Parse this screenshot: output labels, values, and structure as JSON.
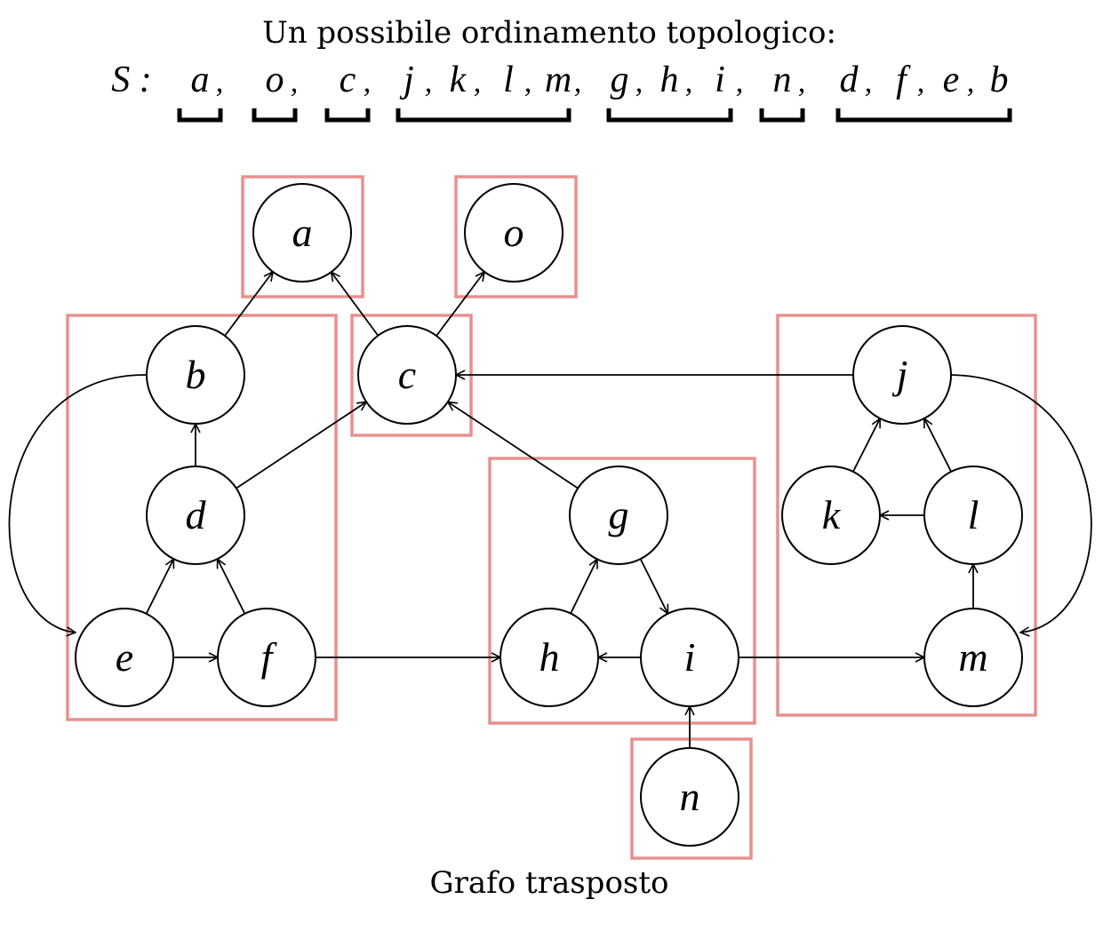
{
  "title": "Un possibile ordinamento topologico:",
  "sequence": {
    "prefix": "S :",
    "items": [
      "a",
      "o",
      "c",
      "j",
      "k",
      "l",
      "m",
      "g",
      "h",
      "i",
      "n",
      "d",
      "f",
      "e",
      "b"
    ],
    "groups": [
      [
        "a"
      ],
      [
        "o"
      ],
      [
        "c"
      ],
      [
        "j",
        "k",
        "l",
        "m"
      ],
      [
        "g",
        "h",
        "i"
      ],
      [
        "n"
      ],
      [
        "d",
        "f",
        "e",
        "b"
      ]
    ]
  },
  "caption": "Grafo trasposto",
  "colors": {
    "component_box": "#e8908f",
    "stroke": "#000000"
  },
  "graph": {
    "nodes": [
      "a",
      "o",
      "b",
      "c",
      "j",
      "d",
      "g",
      "k",
      "l",
      "e",
      "f",
      "h",
      "i",
      "m",
      "n"
    ],
    "edges": [
      [
        "b",
        "a"
      ],
      [
        "c",
        "a"
      ],
      [
        "c",
        "o"
      ],
      [
        "d",
        "b"
      ],
      [
        "d",
        "c"
      ],
      [
        "g",
        "c"
      ],
      [
        "j",
        "c"
      ],
      [
        "e",
        "d"
      ],
      [
        "f",
        "d"
      ],
      [
        "e",
        "f"
      ],
      [
        "b",
        "e"
      ],
      [
        "f",
        "h"
      ],
      [
        "h",
        "g"
      ],
      [
        "g",
        "i"
      ],
      [
        "i",
        "h"
      ],
      [
        "n",
        "i"
      ],
      [
        "i",
        "m"
      ],
      [
        "k",
        "j"
      ],
      [
        "l",
        "j"
      ],
      [
        "l",
        "k"
      ],
      [
        "m",
        "l"
      ],
      [
        "j",
        "m"
      ]
    ],
    "components": [
      [
        "a"
      ],
      [
        "o"
      ],
      [
        "b",
        "d",
        "e",
        "f"
      ],
      [
        "c"
      ],
      [
        "g",
        "h",
        "i"
      ],
      [
        "j",
        "k",
        "l",
        "m"
      ],
      [
        "n"
      ]
    ]
  }
}
